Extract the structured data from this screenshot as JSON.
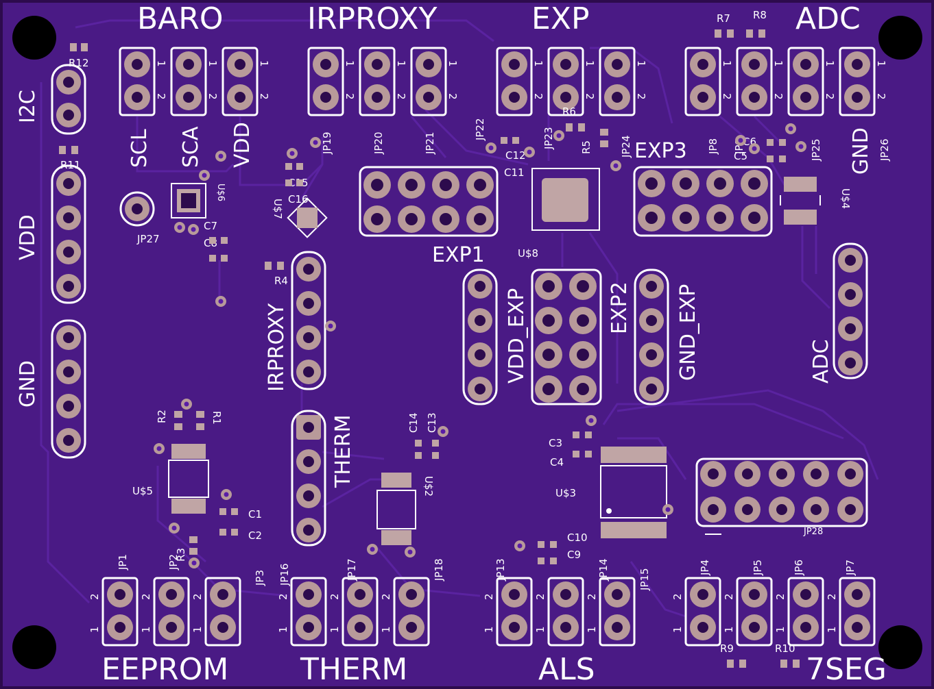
{
  "labels": {
    "baro": "BARO",
    "irproxy": "IRPROXY",
    "exp": "EXP",
    "adc": "ADC",
    "i2c": "I2C",
    "vdd": "VDD",
    "gnd": "GND",
    "scl": "SCL",
    "sca": "SCA",
    "vdd2": "VDD",
    "gnd2": "GND",
    "exp1": "EXP1",
    "exp2": "EXP2",
    "exp3": "EXP3",
    "vdd_exp": "VDD_EXP",
    "gnd_exp": "GND_EXP",
    "irproxy_v": "IRPROXY",
    "therm_v": "THERM",
    "adc_v": "ADC",
    "eeprom": "EEPROM",
    "therm": "THERM",
    "als": "ALS",
    "sevenseg": "7SEG"
  },
  "parts": {
    "jp19": "JP19",
    "jp20": "JP20",
    "jp21": "JP21",
    "jp22": "JP22",
    "jp23": "JP23",
    "jp24": "JP24",
    "jp8": "JP8",
    "jp9": "JP9",
    "jp25": "JP25",
    "jp26": "JP26",
    "jp27": "JP27",
    "jp28": "JP28",
    "jp1": "JP1",
    "jp2": "JP2",
    "jp3": "JP3",
    "jp16": "JP16",
    "jp17": "JP17",
    "jp18": "JP18",
    "jp13": "JP13",
    "jp14": "JP14",
    "jp15": "JP15",
    "jp4": "JP4",
    "jp5": "JP5",
    "jp6": "JP6",
    "jp7": "JP7",
    "r1": "R1",
    "r2": "R2",
    "r3": "R3",
    "r4": "R4",
    "r5": "R5",
    "r6": "R6",
    "r7": "R7",
    "r8": "R8",
    "r9": "R9",
    "r10": "R10",
    "r11": "R11",
    "r12": "R12",
    "c1": "C1",
    "c2": "C2",
    "c3": "C3",
    "c4": "C4",
    "c5": "C5",
    "c6": "C6",
    "c7": "C7",
    "c8": "C8",
    "c9": "C9",
    "c10": "C10",
    "c11": "C11",
    "c12": "C12",
    "c13": "C13",
    "c14": "C14",
    "c15": "C15",
    "c16": "C16",
    "u2": "U$2",
    "u3": "U$3",
    "u4": "U$4",
    "u5": "U$5",
    "u6": "U$6",
    "u7": "U$7",
    "u8": "U$8"
  },
  "pin": {
    "one": "1",
    "two": "2"
  },
  "colors": {
    "board": "#4a1a85",
    "edge": "#2d0b4d",
    "silkscreen": "#ffffff",
    "pad": "#b89a9a",
    "trace": "#5a23a0",
    "mount_hole": "#000000"
  }
}
